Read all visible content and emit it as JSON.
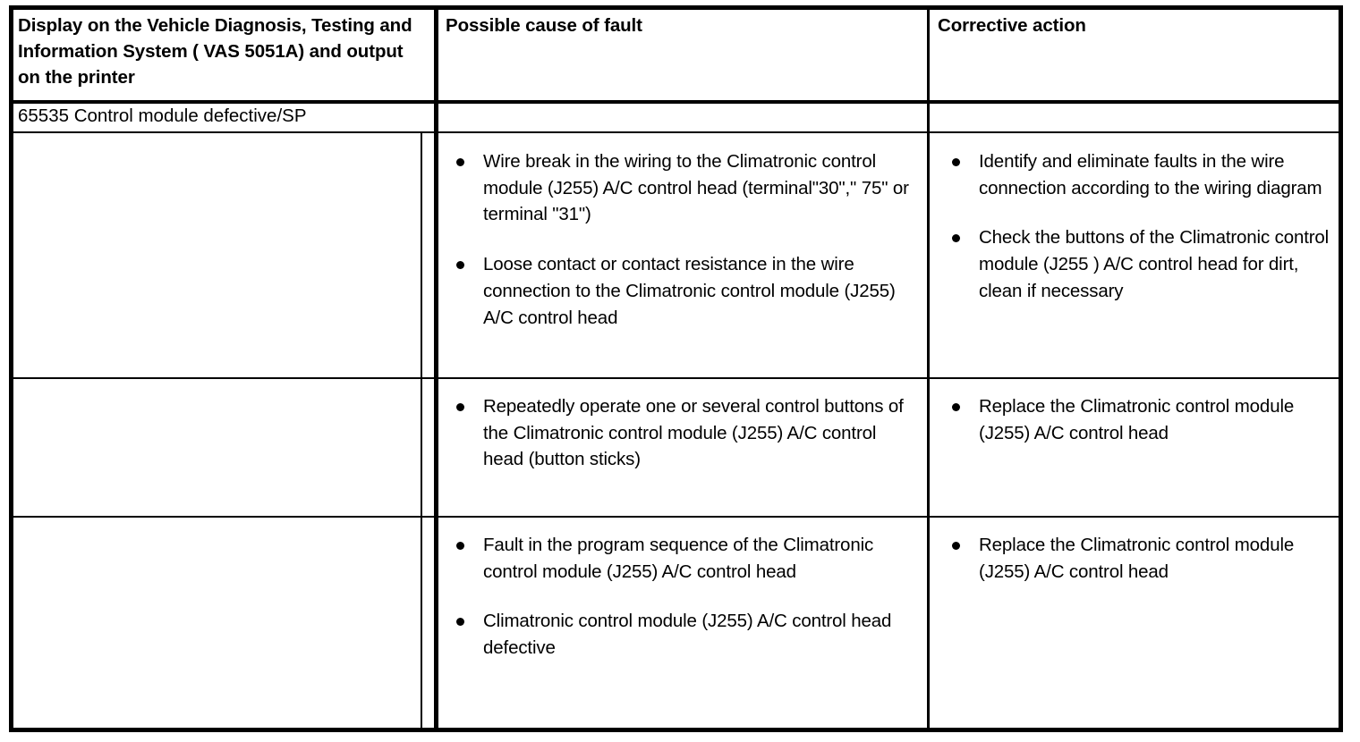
{
  "document": {
    "type": "fault-table",
    "colors": {
      "border": "#000000",
      "text": "#000000",
      "background": "#ffffff"
    }
  },
  "table": {
    "headers": {
      "display": "Display on the Vehicle Diagnosis, Testing and Information System ( VAS 5051A) and output on the printer",
      "cause": "Possible cause of fault",
      "action": "Corrective action"
    },
    "code_row": {
      "display": "65535 Control module defective/SP",
      "cause": "",
      "action": ""
    },
    "rows": [
      {
        "display": "",
        "causes": [
          "Wire break in the wiring to the Climatronic control module (J255) A/C control head (terminal\"30\",\" 75\" or terminal \"31\")",
          "Loose contact or contact resistance in the wire connection to the Climatronic control module (J255) A/C control head"
        ],
        "actions": [
          "Identify and eliminate faults in the wire connection according to the wiring diagram",
          "Check the buttons of the Climatronic control module (J255 ) A/C control head for dirt, clean if necessary"
        ]
      },
      {
        "display": "",
        "causes": [
          "Repeatedly operate one or several control buttons of the Climatronic control module (J255) A/C control head (button sticks)"
        ],
        "actions": [
          "Replace the Climatronic control module (J255) A/C control head"
        ]
      },
      {
        "display": "",
        "causes": [
          "Fault in the program sequence of the Climatronic control module (J255) A/C control head",
          "Climatronic control module (J255) A/C control head defective"
        ],
        "actions": [
          "Replace the Climatronic control module (J255) A/C control head"
        ]
      }
    ]
  }
}
